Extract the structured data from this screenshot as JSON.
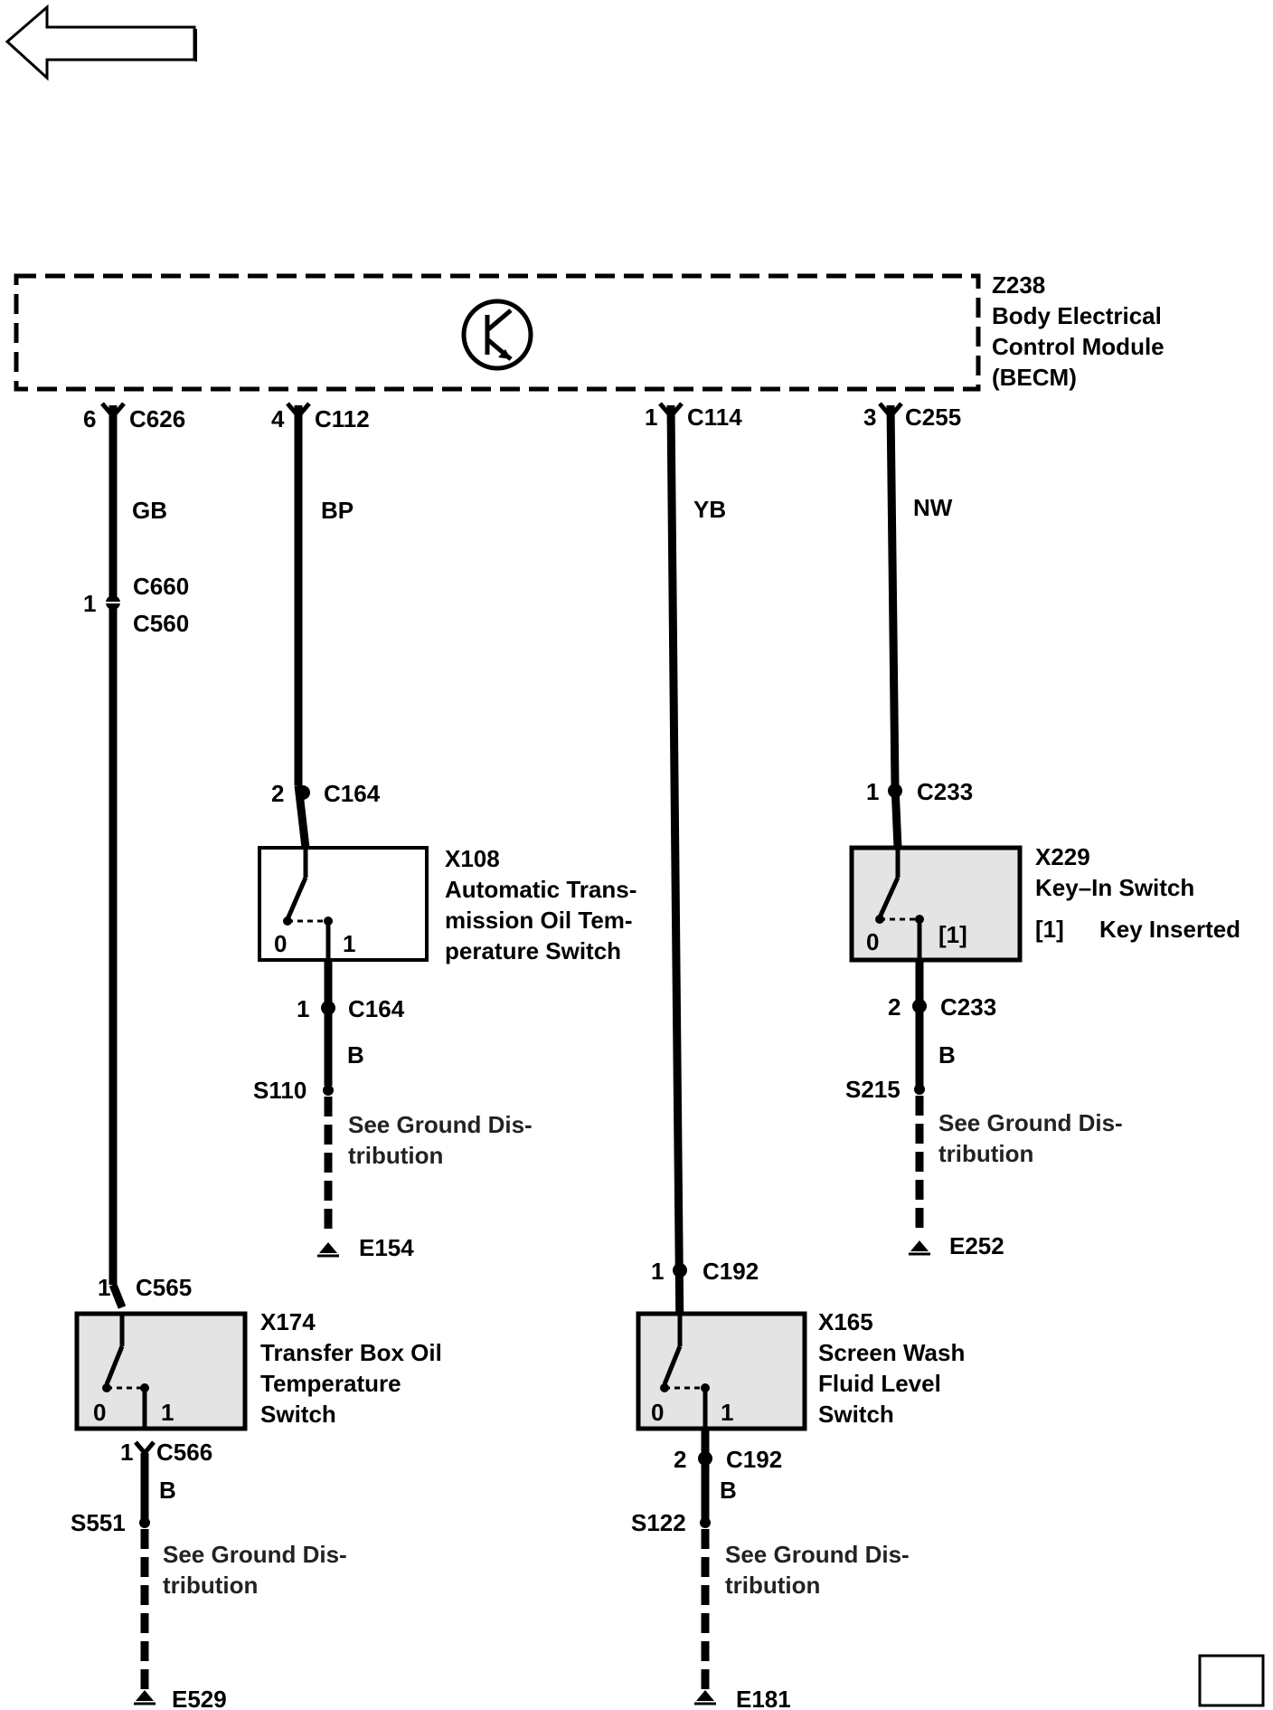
{
  "module": {
    "id": "Z238",
    "name_line1": "Body Electrical",
    "name_line2": "Control Module",
    "name_line3": "(BECM)",
    "icon": "transistor-icon"
  },
  "wires": [
    {
      "pin": "6",
      "connector": "C626",
      "color": "GB"
    },
    {
      "pin": "4",
      "connector": "C112",
      "color": "BP"
    },
    {
      "pin": "1",
      "connector": "C114",
      "color": "YB"
    },
    {
      "pin": "3",
      "connector": "C255",
      "color": "NW"
    }
  ],
  "inline": {
    "c660": {
      "pin": "1",
      "top": "C660",
      "bottom": "C560"
    },
    "c164_top": {
      "pin": "2",
      "connector": "C164"
    },
    "c233_top": {
      "pin": "1",
      "connector": "C233"
    },
    "c565": {
      "pin": "1",
      "connector": "C565"
    },
    "c192_top": {
      "pin": "1",
      "connector": "C192"
    },
    "c164_bot": {
      "pin": "1",
      "connector": "C164"
    },
    "c233_bot": {
      "pin": "2",
      "connector": "C233"
    },
    "c566": {
      "pin": "1",
      "connector": "C566"
    },
    "c192_bot": {
      "pin": "2",
      "connector": "C192"
    }
  },
  "components": {
    "x108": {
      "id": "X108",
      "line1": "Automatic Trans-",
      "line2": "mission Oil Tem-",
      "line3": "perature Switch",
      "pos0": "0",
      "pos1": "1"
    },
    "x229": {
      "id": "X229",
      "line1": "Key–In Switch",
      "note_key": "[1]",
      "note_text": "Key Inserted",
      "pos0": "0",
      "pos1": "[1]"
    },
    "x174": {
      "id": "X174",
      "line1": "Transfer Box Oil",
      "line2": "Temperature",
      "line3": "Switch",
      "pos0": "0",
      "pos1": "1"
    },
    "x165": {
      "id": "X165",
      "line1": "Screen Wash",
      "line2": "Fluid Level",
      "line3": "Switch",
      "pos0": "0",
      "pos1": "1"
    }
  },
  "grounds": [
    {
      "splice": "S110",
      "wire": "B",
      "note1": "See Ground Dis-",
      "note2": "tribution",
      "ground": "E154"
    },
    {
      "splice": "S215",
      "wire": "B",
      "note1": "See Ground Dis-",
      "note2": "tribution",
      "ground": "E252"
    },
    {
      "splice": "S551",
      "wire": "B",
      "note1": "See Ground Dis-",
      "note2": "tribution",
      "ground": "E529"
    },
    {
      "splice": "S122",
      "wire": "B",
      "note1": "See Ground Dis-",
      "note2": "tribution",
      "ground": "E181"
    }
  ],
  "nav": {
    "back_icon": "back-arrow-icon",
    "corner_icon": "square-icon"
  }
}
